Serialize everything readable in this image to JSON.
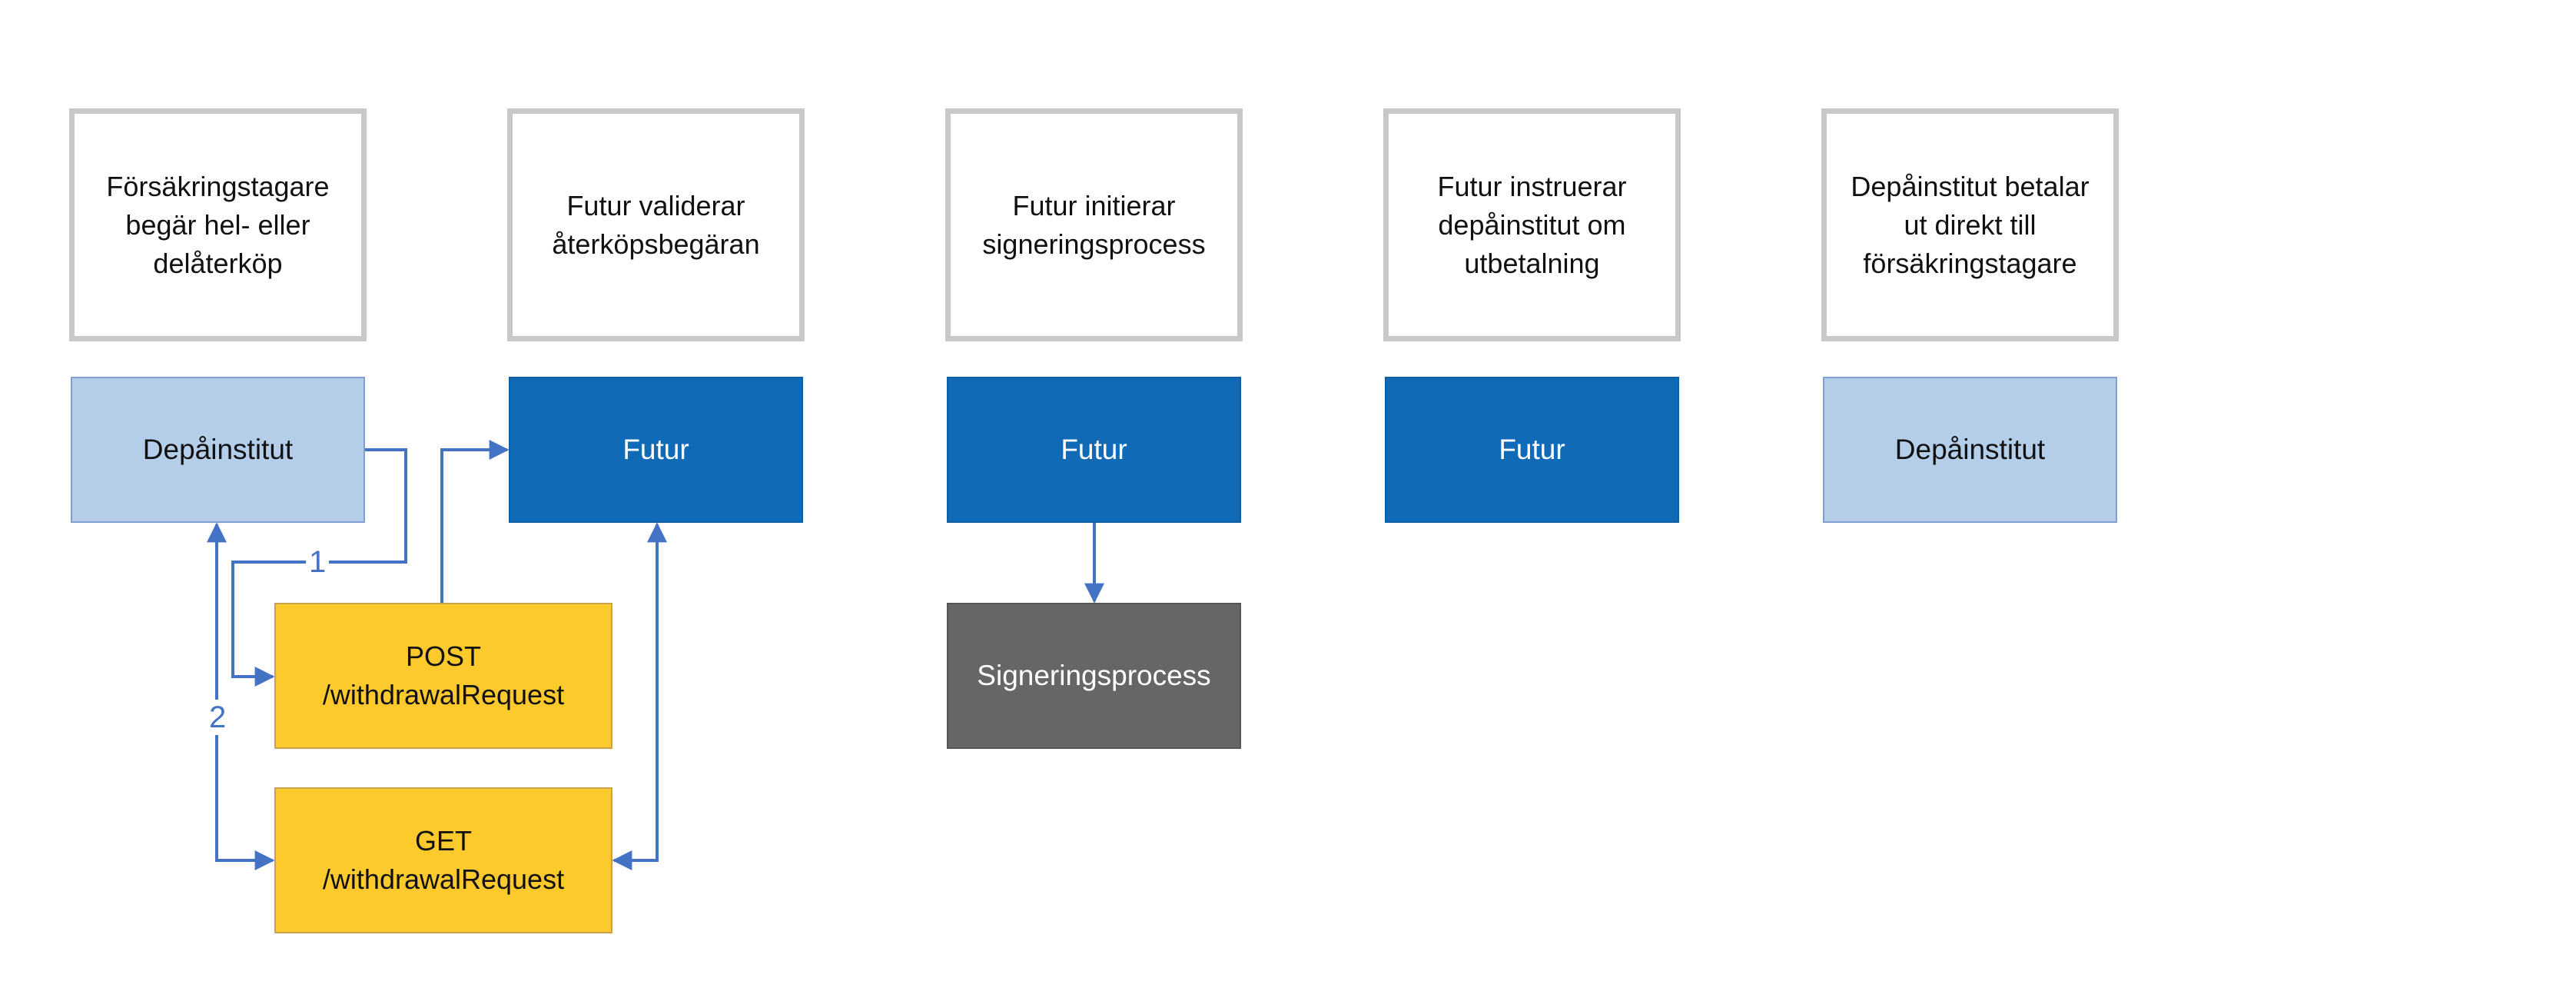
{
  "steps": [
    {
      "text": "Försäkringstagare\nbegär hel- eller\ndelåterköp"
    },
    {
      "text": "Futur validerar\nåterköpsbegäran"
    },
    {
      "text": "Futur initierar\nsigneringsprocess"
    },
    {
      "text": "Futur instruerar\ndepåinstitut om\nutbetalning"
    },
    {
      "text": "Depåinstitut betalar\nut direkt till\nförsäkringstagare"
    }
  ],
  "actors": [
    {
      "label": "Depåinstitut",
      "style": "light"
    },
    {
      "label": "Futur",
      "style": "dark"
    },
    {
      "label": "Futur",
      "style": "dark"
    },
    {
      "label": "Futur",
      "style": "dark"
    },
    {
      "label": "Depåinstitut",
      "style": "light"
    }
  ],
  "api_calls": {
    "post": "POST\n/withdrawalRequest",
    "get": "GET\n/withdrawalRequest"
  },
  "process": {
    "label": "Signeringsprocess"
  },
  "connector_labels": {
    "first": "1",
    "second": "2"
  },
  "colors": {
    "step_border": "#c8c8c8",
    "actor_light": "#b4cde9",
    "actor_dark": "#116ab6",
    "api": "#fcca2d",
    "process": "#666666",
    "connector": "#4472c4"
  }
}
